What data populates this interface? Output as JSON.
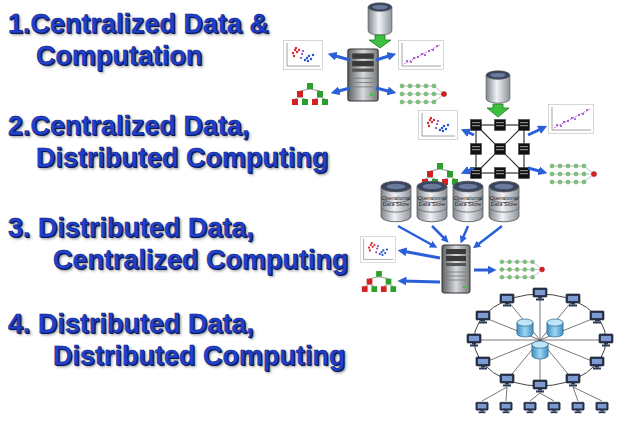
{
  "diagram": {
    "labels": [
      "1.Centralized Data & Computation",
      "2.Centralized Data, Distributed Computing",
      "3. Distributed Data, Centralized Computing",
      "4. Distributed Data, Distributed Computing",
      "Operational Data Store",
      "Operational Data Store",
      "Operational Data Store",
      "Operational Data Store"
    ]
  }
}
